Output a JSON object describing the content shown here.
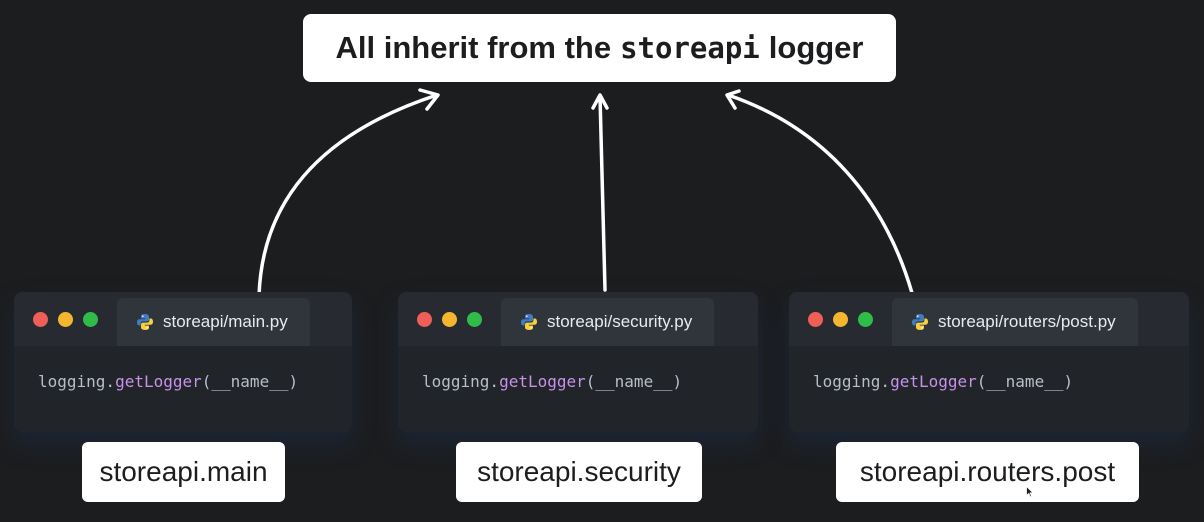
{
  "title": {
    "prefix": "All inherit from the",
    "code": "storeapi",
    "suffix": "logger"
  },
  "modules": [
    {
      "tab_label": "storeapi/main.py",
      "code": {
        "object": "logging.",
        "function": "getLogger",
        "args": "(__name__)"
      },
      "logger_name": "storeapi.main"
    },
    {
      "tab_label": "storeapi/security.py",
      "code": {
        "object": "logging.",
        "function": "getLogger",
        "args": "(__name__)"
      },
      "logger_name": "storeapi.security"
    },
    {
      "tab_label": "storeapi/routers/post.py",
      "code": {
        "object": "logging.",
        "function": "getLogger",
        "args": "(__name__)"
      },
      "logger_name": "storeapi.routers.post"
    }
  ],
  "colors": {
    "background": "#1c1d1f",
    "window": "#212429",
    "titlebar": "#272a30",
    "tab": "#30343b",
    "traffic_red": "#ef5f57",
    "traffic_yellow": "#f4b62f",
    "traffic_green": "#2fbc48",
    "code_text": "#b8bec8",
    "code_function": "#c792ea",
    "arrow": "#ffffff"
  },
  "icons": [
    "python-icon",
    "close-dot-icon",
    "minimize-dot-icon",
    "maximize-dot-icon",
    "arrow-icon",
    "mouse-pointer-icon"
  ]
}
